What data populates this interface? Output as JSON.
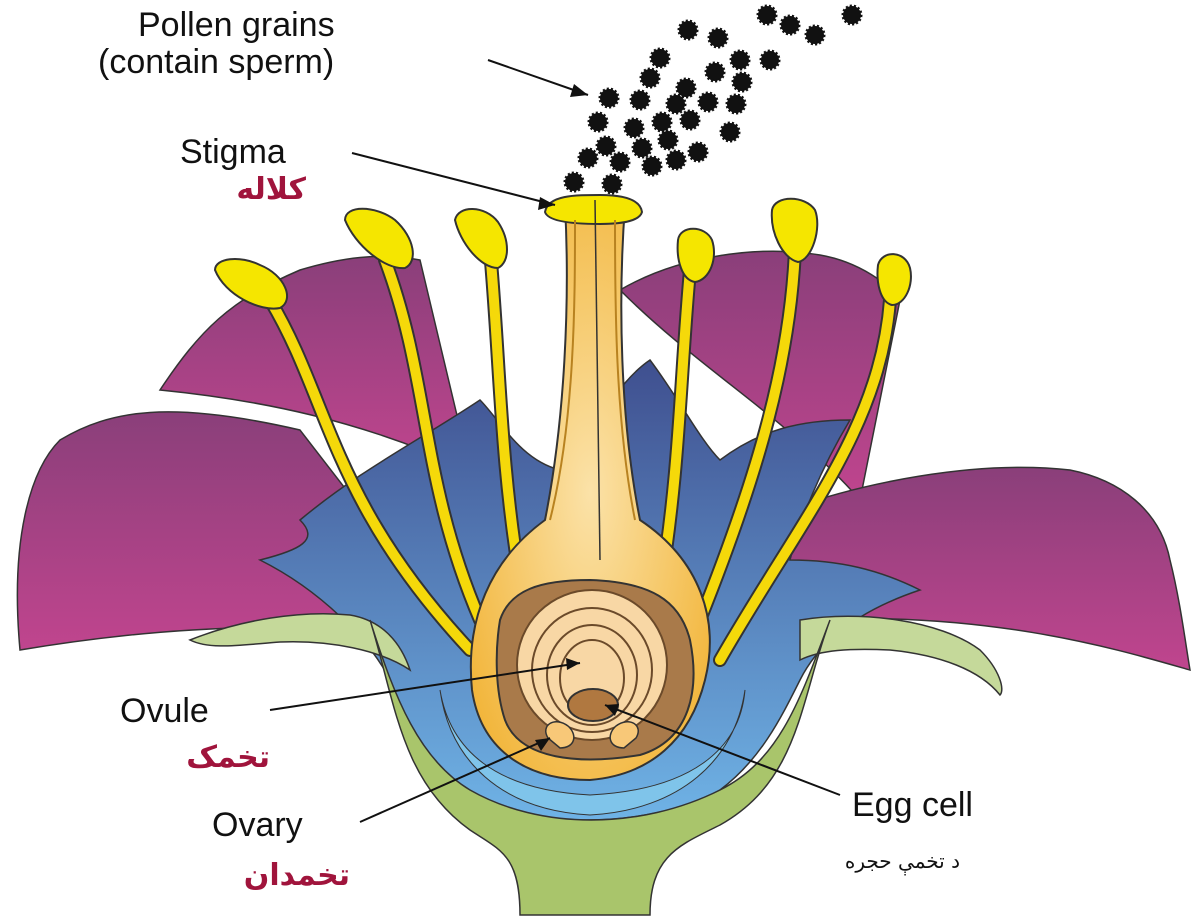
{
  "labels": {
    "pollen_line1": "Pollen grains",
    "pollen_line2": "(contain sperm)",
    "stigma": "Stigma",
    "stigma_ar": "کلاله",
    "ovule": "Ovule",
    "ovule_ar": "تخمک",
    "ovary": "Ovary",
    "ovary_ar": "تخمدان",
    "egg_cell": "Egg cell",
    "egg_cell_ar": "د تخمې حجره"
  },
  "colors": {
    "petal": "#9b3f84",
    "sepal_blue": "#4f6fb0",
    "stamen_yellow": "#f5d90a",
    "pistil_orange": "#f7c84a",
    "receptacle_green": "#a9c56b",
    "cup_light_blue": "#7fc4ea",
    "ovule_peach": "#f8d7a5",
    "ovule_brown": "#a97a4a",
    "arabic_label": "#a0143c",
    "pollen": "#111111"
  }
}
